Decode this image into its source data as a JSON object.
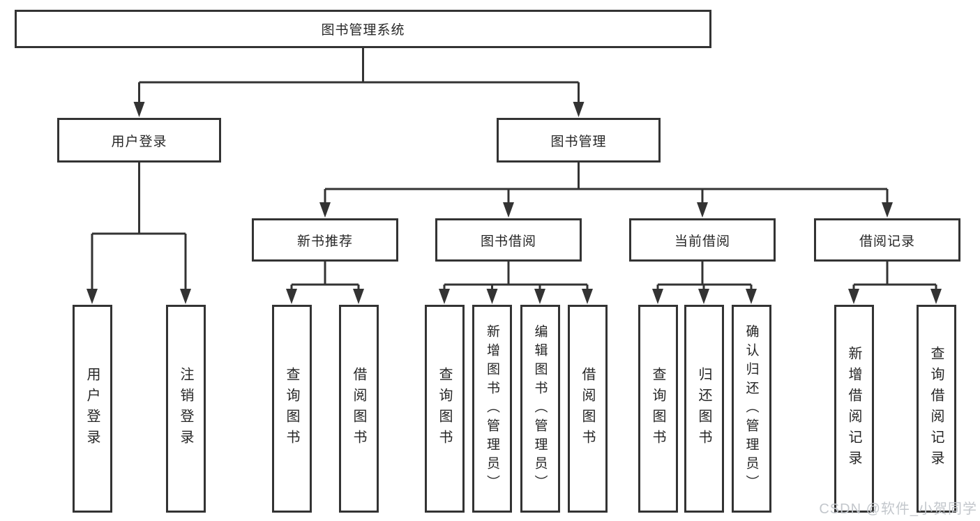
{
  "colors": {
    "line": "#333333",
    "text": "#262626",
    "background": "#ffffff",
    "watermark_color": "#c3c7cc"
  },
  "watermark": "CSDN @软件_小贺同学",
  "tree": {
    "label": "图书管理系统",
    "children": [
      {
        "label": "用户登录",
        "children": [
          {
            "label": "用户登录"
          },
          {
            "label": "注销登录"
          }
        ]
      },
      {
        "label": "图书管理",
        "children": [
          {
            "label": "新书推荐",
            "children": [
              {
                "label": "查询图书"
              },
              {
                "label": "借阅图书"
              }
            ]
          },
          {
            "label": "图书借阅",
            "children": [
              {
                "label": "查询图书"
              },
              {
                "label": "新增图书（管理员）"
              },
              {
                "label": "编辑图书（管理员）"
              },
              {
                "label": "借阅图书"
              }
            ]
          },
          {
            "label": "当前借阅",
            "children": [
              {
                "label": "查询图书"
              },
              {
                "label": "归还图书"
              },
              {
                "label": "确认归还（管理员）"
              }
            ]
          },
          {
            "label": "借阅记录",
            "children": [
              {
                "label": "新增借阅记录"
              },
              {
                "label": "查询借阅记录"
              }
            ]
          }
        ]
      }
    ]
  }
}
